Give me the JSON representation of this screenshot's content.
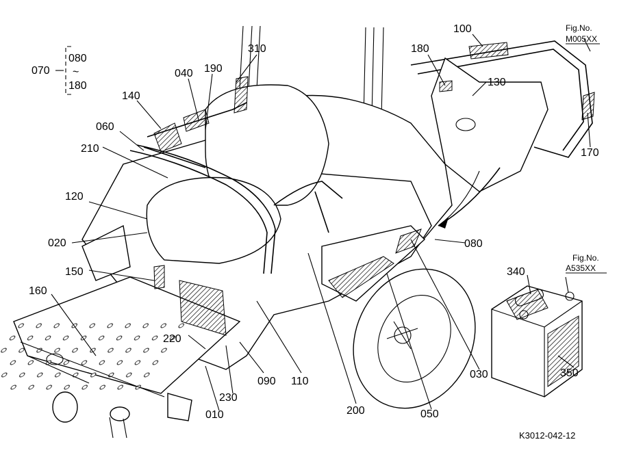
{
  "figure_ref_top": {
    "title": "Fig.No.",
    "code": "M005XX"
  },
  "figure_ref_battery": {
    "title": "Fig.No.",
    "code": "A535XX"
  },
  "range": {
    "main": "070",
    "from": "080",
    "tilde": "~",
    "to": "180"
  },
  "footer": {
    "code": "K3012-042-12"
  },
  "callouts": {
    "c010": "010",
    "c020": "020",
    "c030": "030",
    "c040": "040",
    "c050": "050",
    "c060": "060",
    "c080": "080",
    "c090": "090",
    "c100": "100",
    "c110": "110",
    "c120": "120",
    "c130": "130",
    "c140": "140",
    "c150": "150",
    "c160": "160",
    "c170": "170",
    "c180": "180",
    "c190": "190",
    "c200": "200",
    "c210": "210",
    "c220": "220",
    "c230": "230",
    "c310": "310",
    "c340": "340",
    "c350": "350"
  }
}
